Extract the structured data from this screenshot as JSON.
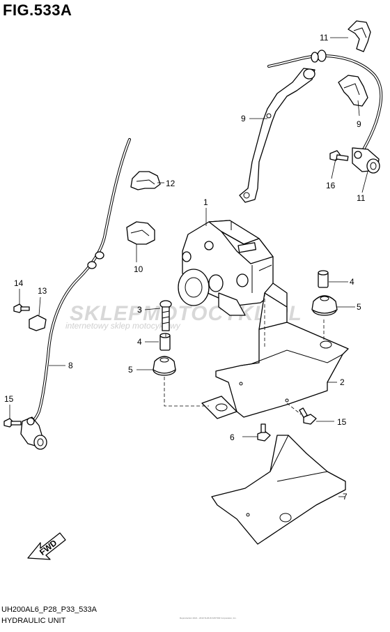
{
  "figure": {
    "title": "FIG.533A",
    "model_code": "UH200AL6_P28_P33_533A",
    "unit_name": "HYDRAULIC UNIT",
    "copyright": "Reproduction 2021 - 2010 SUZUKI MOTOR Corporation, Inc."
  },
  "watermark": {
    "main": "SKLEPMOTOCYKL.PL",
    "sub": "internetowy sklep motocyklowy"
  },
  "callouts": [
    {
      "id": "c1",
      "label": "1"
    },
    {
      "id": "c2",
      "label": "2"
    },
    {
      "id": "c3",
      "label": "3"
    },
    {
      "id": "c4a",
      "label": "4"
    },
    {
      "id": "c4b",
      "label": "4"
    },
    {
      "id": "c5a",
      "label": "5"
    },
    {
      "id": "c5b",
      "label": "5"
    },
    {
      "id": "c6",
      "label": "6"
    },
    {
      "id": "c7",
      "label": "7"
    },
    {
      "id": "c8",
      "label": "8"
    },
    {
      "id": "c9a",
      "label": "9"
    },
    {
      "id": "c9b",
      "label": "9"
    },
    {
      "id": "c10",
      "label": "10"
    },
    {
      "id": "c11a",
      "label": "11"
    },
    {
      "id": "c11b",
      "label": "11"
    },
    {
      "id": "c12",
      "label": "12"
    },
    {
      "id": "c13",
      "label": "13"
    },
    {
      "id": "c14",
      "label": "14"
    },
    {
      "id": "c15a",
      "label": "15"
    },
    {
      "id": "c15b",
      "label": "15"
    },
    {
      "id": "c16",
      "label": "16"
    }
  ],
  "fwd_label": "FWD"
}
